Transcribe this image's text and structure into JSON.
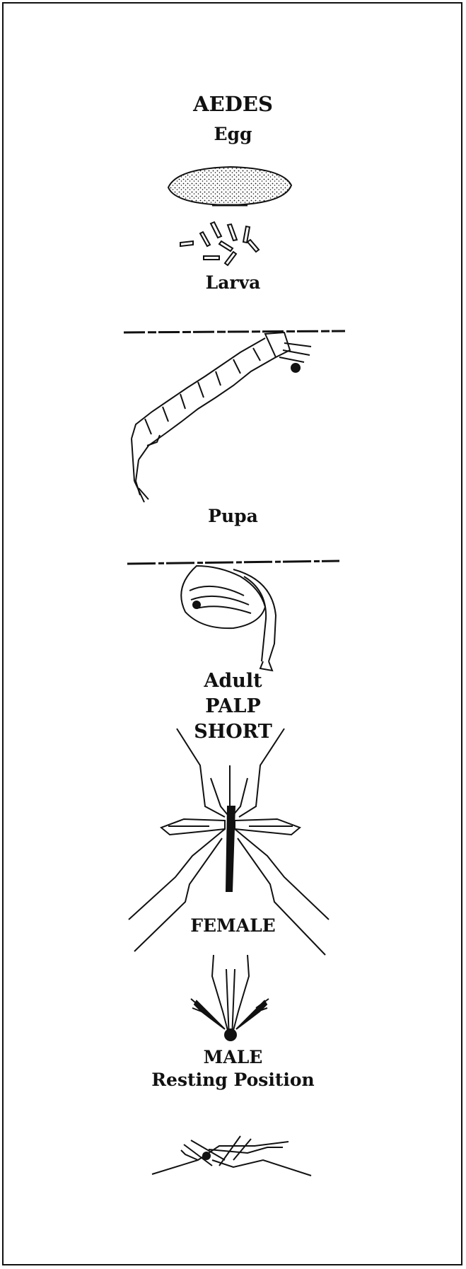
{
  "title": "AEDES",
  "stages": {
    "egg": "Egg",
    "larva": "Larva",
    "pupa": "Pupa",
    "adult": "Adult",
    "palp": "PALP",
    "short": "SHORT",
    "female": "FEMALE",
    "male": "MALE",
    "resting": "Resting Position"
  },
  "colors": {
    "ink": "#111111",
    "paper": "#ffffff"
  }
}
